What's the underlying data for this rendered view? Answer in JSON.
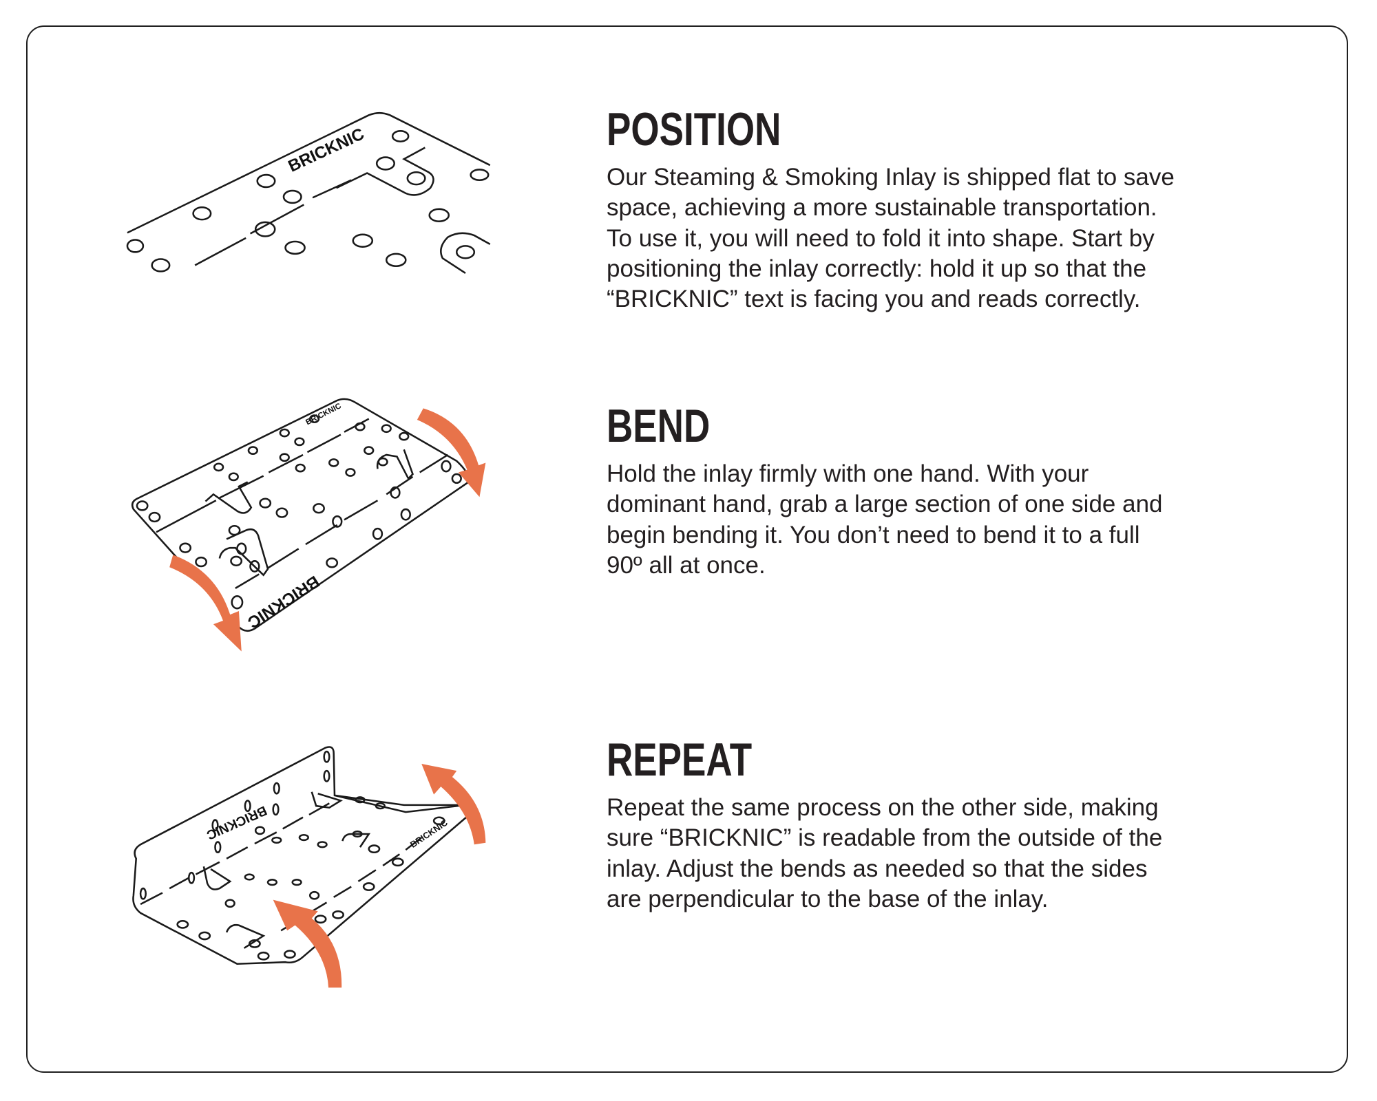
{
  "colors": {
    "accent": "#E8734A",
    "text": "#231f20",
    "border": "#1f1f1f"
  },
  "brand_mark": "BRICKNIC",
  "steps": [
    {
      "title": "POSITION",
      "body_lines": [
        "Our Steaming & Smoking Inlay is shipped flat to save",
        "space, achieving a more sustainable transportation.",
        "To use it, you will need to fold it into shape. Start by",
        "positioning the inlay correctly: hold it up so that the",
        "“BRICKNIC” text is facing you and reads correctly."
      ]
    },
    {
      "title": "BEND",
      "body_lines": [
        "Hold the inlay firmly with one hand. With your",
        "dominant hand, grab a large section of one side and",
        "begin bending it. You don’t need to bend it to a full",
        "90º all at once."
      ]
    },
    {
      "title": "REPEAT",
      "body_lines": [
        "Repeat the same process on the other side, making",
        "sure “BRICKNIC” is readable from the outside of the",
        "inlay. Adjust the bends as needed so that the sides",
        "are perpendicular to the base of the inlay."
      ]
    }
  ]
}
